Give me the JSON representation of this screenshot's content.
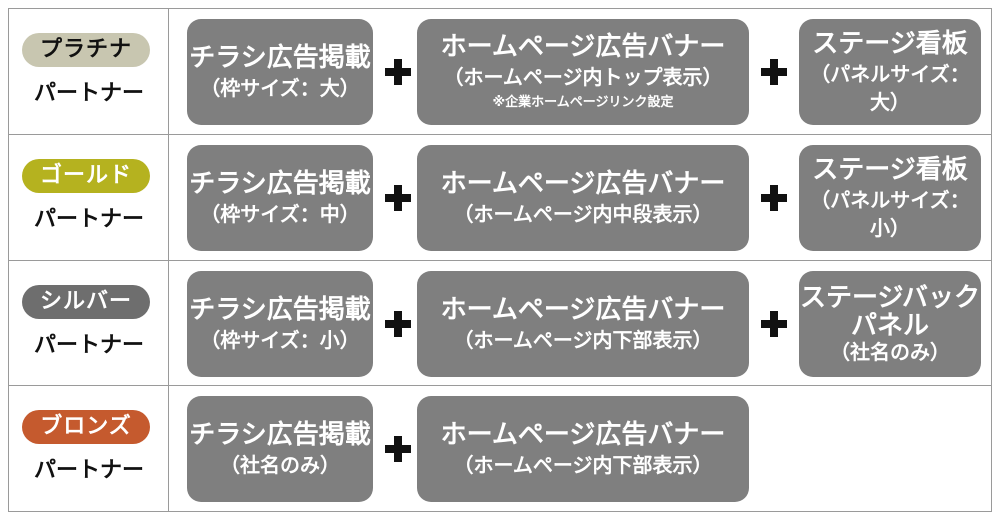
{
  "colors": {
    "platinum": "#c8c6b0",
    "gold": "#b5b21f",
    "silver": "#6e6e6e",
    "bronze": "#c55a2e",
    "box": "#7f7f7f"
  },
  "rows": [
    {
      "tier": "プラチナ",
      "sub": "パートナー",
      "flyer": {
        "main": "チラシ広告掲載",
        "sub": "（枠サイズ：大）"
      },
      "banner": {
        "main": "ホームページ広告バナー",
        "sub": "（ホームページ内トップ表示）",
        "note": "※企業ホームページリンク設定"
      },
      "stage": {
        "main": "ステージ看板",
        "sub": "（パネルサイズ：大）"
      }
    },
    {
      "tier": "ゴールド",
      "sub": "パートナー",
      "flyer": {
        "main": "チラシ広告掲載",
        "sub": "（枠サイズ：中）"
      },
      "banner": {
        "main": "ホームページ広告バナー",
        "sub": "（ホームページ内中段表示）"
      },
      "stage": {
        "main": "ステージ看板",
        "sub": "（パネルサイズ：小）"
      }
    },
    {
      "tier": "シルバー",
      "sub": "パートナー",
      "flyer": {
        "main": "チラシ広告掲載",
        "sub": "（枠サイズ：小）"
      },
      "banner": {
        "main": "ホームページ広告バナー",
        "sub": "（ホームページ内下部表示）"
      },
      "stage": {
        "main": "ステージバック",
        "main2": "パネル",
        "sub": "（社名のみ）"
      }
    },
    {
      "tier": "ブロンズ",
      "sub": "パートナー",
      "flyer": {
        "main": "チラシ広告掲載",
        "sub": "（社名のみ）"
      },
      "banner": {
        "main": "ホームページ広告バナー",
        "sub": "（ホームページ内下部表示）"
      }
    }
  ]
}
